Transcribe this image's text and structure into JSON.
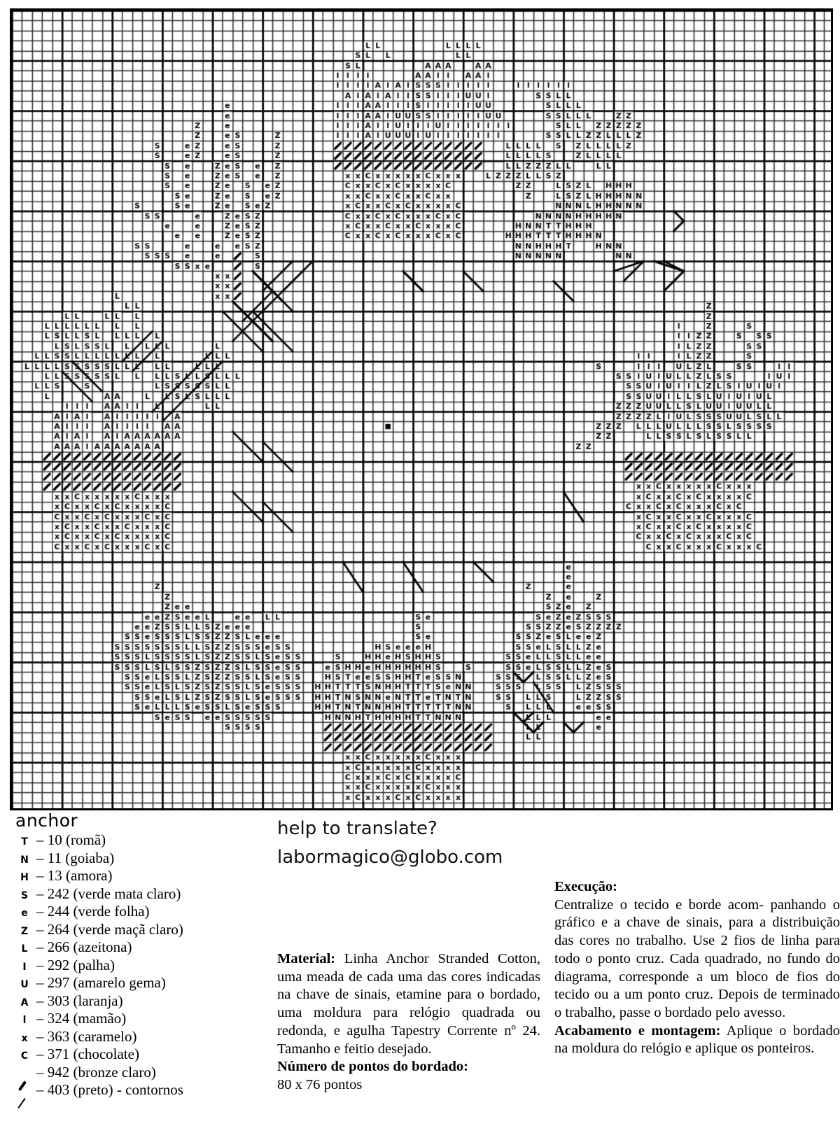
{
  "chart": {
    "title": "cross-stitch-chart",
    "cols": 81,
    "rows": 79,
    "cell": 14.4,
    "center_marker": {
      "col": 37,
      "row": 41
    },
    "stitch_count_label": "80 x 76 pontos"
  },
  "legend": {
    "title": "anchor",
    "items": [
      {
        "symbol": "T",
        "code": "10",
        "name": "romã",
        "text": "– 10 (romã)"
      },
      {
        "symbol": "N",
        "code": "11",
        "name": "goiaba",
        "text": "– 11 (goiaba)"
      },
      {
        "symbol": "H",
        "code": "13",
        "name": "amora",
        "text": "– 13 (amora)"
      },
      {
        "symbol": "S",
        "code": "242",
        "name": "verde mata claro",
        "text": "– 242 (verde mata claro)"
      },
      {
        "symbol": "e",
        "code": "244",
        "name": "verde folha",
        "text": "– 244 (verde folha)"
      },
      {
        "symbol": "Z",
        "code": "264",
        "name": "verde maçã claro",
        "text": "– 264 (verde maçã claro)"
      },
      {
        "symbol": "L",
        "code": "266",
        "name": "azeitona",
        "text": "– 266 (azeitona)"
      },
      {
        "symbol": "I",
        "code": "292",
        "name": "palha",
        "text": "– 292 (palha)"
      },
      {
        "symbol": "U",
        "code": "297",
        "name": "amarelo gema",
        "text": "– 297 (amarelo gema)"
      },
      {
        "symbol": "A",
        "code": "303",
        "name": "laranja",
        "text": "– 303 (laranja)"
      },
      {
        "symbol": "l",
        "code": "324",
        "name": "mamão",
        "text": "– 324 (mamão)"
      },
      {
        "symbol": "x",
        "code": "363",
        "name": "caramelo",
        "text": "– 363 (caramelo)"
      },
      {
        "symbol": "C",
        "code": "371",
        "name": "chocolate",
        "text": "– 371 (chocolate)"
      },
      {
        "symbol": "slash-thick",
        "code": "942",
        "name": "bronze claro",
        "text": "– 942 (bronze claro)"
      },
      {
        "symbol": "slash-thin",
        "code": "403",
        "name": "preto",
        "text": "– 403 (preto) - contornos"
      }
    ]
  },
  "note": {
    "line1": "help to translate?",
    "line2": "labormagico@globo.com"
  },
  "material": {
    "heading": "Material:",
    "body": " Linha Anchor Stranded  Cotton, uma meada de cada uma das cores indicadas na chave de sinais, etamine para o bordado, uma moldura para relógio quadrada ou redonda, e agulha Tapestry Corrente nº 24. Tamanho e feitio desejado.",
    "count_heading": "Número de pontos do bordado:",
    "count_value": "80 x 76 pontos"
  },
  "execution": {
    "heading": "Execução:",
    "body": "Centralize o tecido e borde acom- panhando o gráfico e a chave de sinais, para a distribuição das cores no trabalho. Use 2 fios de linha para todo o ponto cruz. Cada quadrado, no fundo do diagrama, corresponde a um bloco de fios do tecido ou a um ponto cruz. Depois de terminado o trabalho, passe o bordado pelo avesso.",
    "finish_heading": "Acabamento e montagem:",
    "finish_body": " Aplique o bordado na moldura do relógio e aplique os ponteiros."
  },
  "pattern_rows": [
    "",
    "",
    "",
    "                                  LL   LLLL",
    "                                 SL L    LL",
    "                                 SL         AAA AA",
    "                                 llll       AAll AAl",
    "                                llllAlAlSSSlllll llllll",
    "                                 AlAlAllSSlllUUl      SSLL",
    "                                 lllAAlllSlllllUU      SLLL",
    "                                lllAAlUUSSlllllUU     SSLLL  ZZ",
    "                                lllAllUlllUlllllll    SLL  ZZZZZ",
    "                                lllAlUUUlUlllllll    SSLLL ZZLLLZ",
    "                                ///////////////  LLLL  S  ZLLLLZ",
    "                                ///////////////  LLLLS  ZLLLL",
    "                                ///////////////  LLZZZLL  LL",
    "                                xxCxxxxxCxxx   LZZZLLSZ",
    "                                CxxCxCxxxxC    ZZ  LSZL  HHH",
    "                                xxCxxCxxCxx     Z  LSZL HHHNN",
    "                                xCxxCxCxxxxC       NNNL HHNNN",
    "                                CxxCxCxxxCxC      NNNNHHHHN",
    "                                xCxxCxxCxxxC    HNNTTHHH",
    "                                CxxCxCxxxCxC   HHHTTTHHHN",
    "                                                NNHHHT HNN",
    "                                                NNNNN    NN",
    "",
    "",
    "",
    "",
    "",
    "",
    "",
    "",
    "",
    "",
    "",
    "",
    "",
    "",
    "",
    ""
  ]
}
